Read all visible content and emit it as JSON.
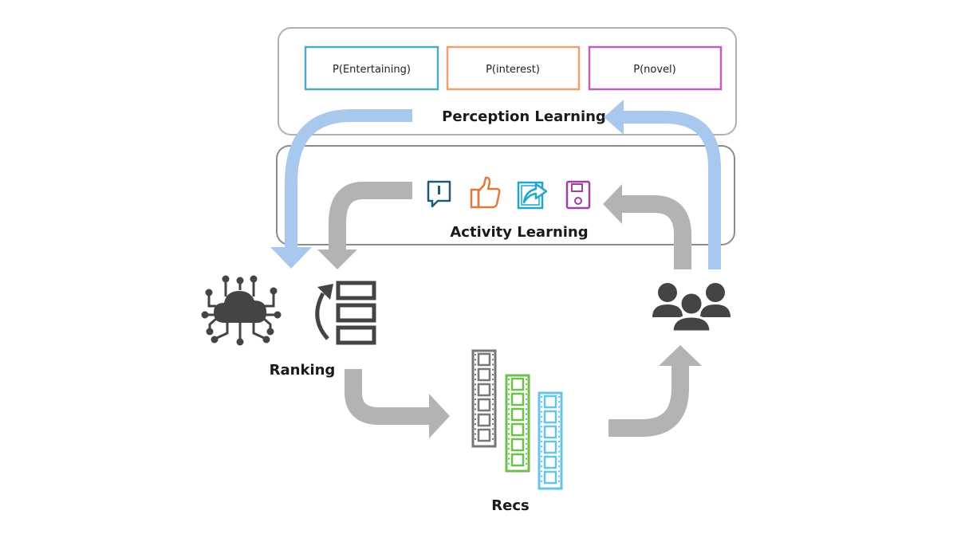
{
  "perception": {
    "title": "Perception Learning",
    "boxes": [
      {
        "label": "P(Entertaining)",
        "color": "#4bacc6"
      },
      {
        "label": "P(interest)",
        "color": "#f0a070"
      },
      {
        "label": "P(novel)",
        "color": "#c15dc1"
      }
    ]
  },
  "activity": {
    "title": "Activity Learning",
    "icons": [
      {
        "name": "feedback-icon",
        "color": "#1f5a7a"
      },
      {
        "name": "thumbs-up-icon",
        "color": "#e07a3a"
      },
      {
        "name": "share-icon",
        "color": "#1fa7c9"
      },
      {
        "name": "save-icon",
        "color": "#a23ea3"
      }
    ]
  },
  "ranking": {
    "label": "Ranking"
  },
  "recs": {
    "label": "Recs",
    "strips": [
      {
        "color": "#777777"
      },
      {
        "color": "#6fbf4f"
      },
      {
        "color": "#66c4e6"
      }
    ]
  },
  "colors": {
    "blue_arrow": "#a8c8ee",
    "gray_arrow": "#b3b3b3",
    "icon_dark": "#444444",
    "panel_border": "#b0b0b0"
  }
}
